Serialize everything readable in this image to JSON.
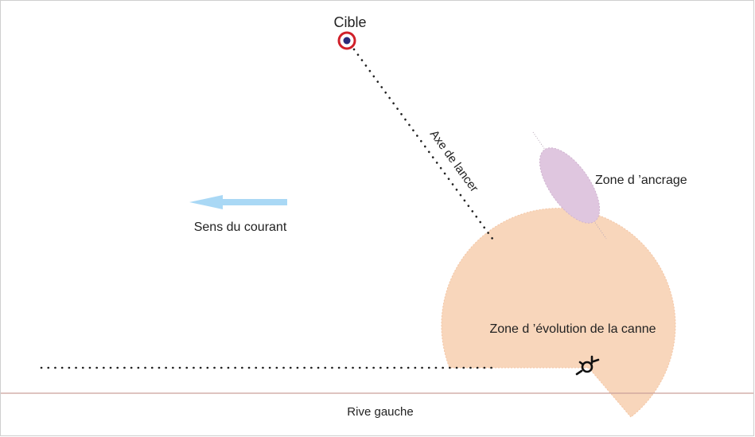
{
  "labels": {
    "target": "Cible",
    "cast_axis": "Axe de lancer",
    "anchor_zone": "Zone d ’ancrage",
    "current_direction": "Sens du courant",
    "rod_zone": "Zone d ’évolution de la canne",
    "bank": "Rive gauche"
  },
  "colors": {
    "target_ring": "#d0202a",
    "target_center": "#2a2a7a",
    "anchor_zone_fill": "#dfc6df",
    "rod_zone_fill": "#f8d6bb",
    "current_arrow": "#a9d8f5",
    "bank_line": "#c9a19a",
    "frame": "#cfcfcf",
    "text": "#222222"
  },
  "icons": {
    "angler": "angler-icon",
    "target": "target-icon",
    "current_arrow": "arrow-left-icon"
  }
}
